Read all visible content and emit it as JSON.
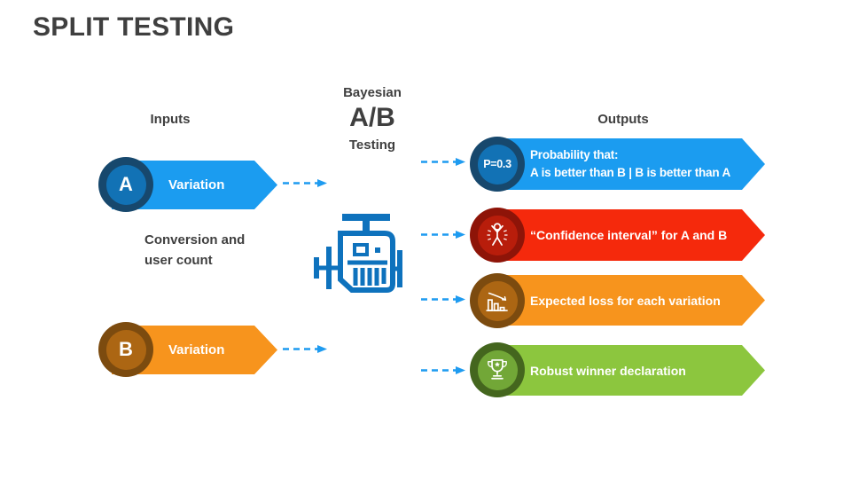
{
  "slide": {
    "title": "SPLIT TESTING"
  },
  "headings": {
    "inputs": "Inputs",
    "outputs": "Outputs"
  },
  "center": {
    "top": "Bayesian",
    "main": "A/B",
    "bottom": "Testing",
    "note_line1": "Conversion and",
    "note_line2": "user count"
  },
  "colors": {
    "dash_arrow": "#1E9BF0",
    "engine": "#0E72BD",
    "heading_text": "#3F3F3F"
  },
  "inputs": [
    {
      "badge": "A",
      "label": "Variation",
      "body": "#1B9CF0",
      "ring": "#17486D",
      "inner": "#1272B5"
    },
    {
      "badge": "B",
      "label": "Variation",
      "body": "#F7941D",
      "ring": "#7C4B0F",
      "inner": "#AC6613"
    }
  ],
  "outputs": [
    {
      "badge": "P=0.3",
      "line1": "Probability that:",
      "line2": "A is better than B | B is better than A",
      "body": "#1B9CF0",
      "ring": "#17486D",
      "inner": "#1272B5"
    },
    {
      "line1": "“Confidence interval” for A and B",
      "body": "#F5290C",
      "ring": "#8E1408",
      "inner": "#B81D0B"
    },
    {
      "line1": "Expected loss for each variation",
      "body": "#F7941D",
      "ring": "#7C4B0F",
      "inner": "#AC6613"
    },
    {
      "line1": "Robust winner declaration",
      "body": "#8CC63E",
      "ring": "#44661E",
      "inner": "#72A737"
    }
  ]
}
